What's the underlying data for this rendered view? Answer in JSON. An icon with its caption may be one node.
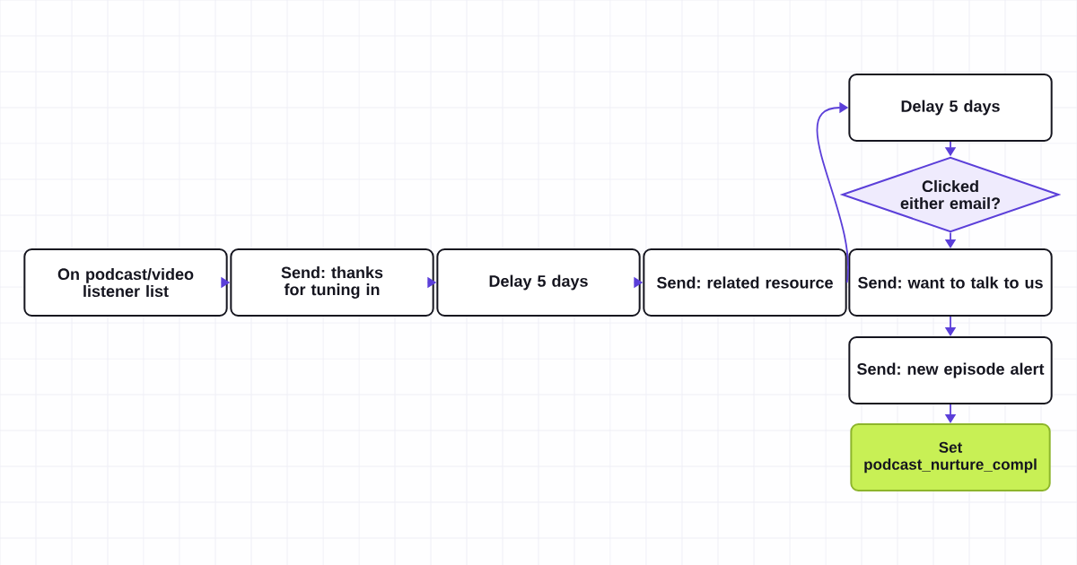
{
  "diagram": {
    "nodes": [
      {
        "text": [
          "On podcast/video listener list"
        ]
      },
      {
        "text": [
          "Send: thanks for tuning in"
        ]
      },
      {
        "text": [
          "Delay 5 days"
        ]
      },
      {
        "text": [
          "Send: related resource"
        ]
      },
      {
        "text": [
          "Delay 5 days"
        ]
      },
      {
        "text": [
          "Clicked either email?"
        ]
      },
      {
        "text": [
          "Send: want to talk to us"
        ]
      },
      {
        "text": [
          "Send: new episode alert"
        ]
      },
      {
        "text": [
          "Set podcast_nurture_compl"
        ]
      }
    ],
    "edges": [
      {
        "from": 0,
        "to": 1,
        "arrow": "to"
      },
      {
        "from": 1,
        "to": 2,
        "arrow": "to"
      },
      {
        "from": 2,
        "to": 3,
        "arrow": "to"
      },
      {
        "from": 3,
        "to": 4,
        "arrow": "to"
      },
      {
        "from": 4,
        "to": 5,
        "arrow": "to"
      },
      {
        "from": 5,
        "to": 6,
        "arrow": "to"
      },
      {
        "from": 6,
        "to": 7,
        "arrow": "to"
      },
      {
        "from": 7,
        "to": 8,
        "arrow": "to"
      }
    ]
  }
}
